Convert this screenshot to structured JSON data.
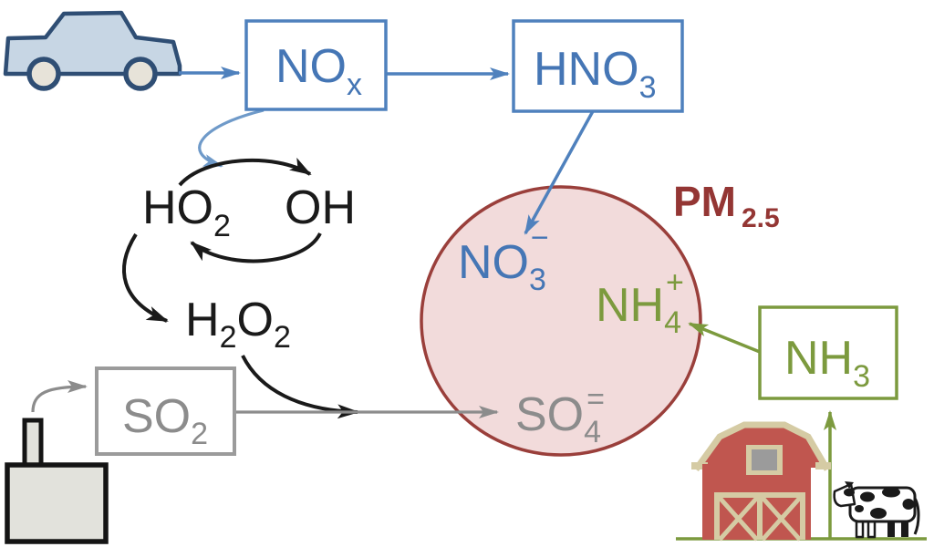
{
  "diagram": {
    "description": "Atmospheric formation pathways of fine particulate matter PM2.5 from vehicle NOx, industrial SO2 and agricultural NH3 emissions",
    "labels": {
      "nox": {
        "main": "NO",
        "sub": "x"
      },
      "hno3": {
        "main": "HNO",
        "sub": "3"
      },
      "ho2": {
        "main": "HO",
        "sub": "2"
      },
      "oh": {
        "main": "OH"
      },
      "h2o2": {
        "p1": "H",
        "s1": "2",
        "p2": "O",
        "s2": "2"
      },
      "so2": {
        "main": "SO",
        "sub": "2"
      },
      "nh3": {
        "main": "NH",
        "sub": "3"
      },
      "pm25": {
        "main": "PM",
        "sub": "2.5"
      },
      "no3": {
        "main": "NO",
        "sub": "3",
        "sup": "−"
      },
      "nh4": {
        "main": "NH",
        "sub": "4",
        "sup": "+"
      },
      "so4": {
        "main": "SO",
        "sub": "4",
        "sup": "="
      }
    },
    "icons": [
      "car-icon",
      "smokestack-icon",
      "barn-icon",
      "cow-icon"
    ]
  },
  "colors": {
    "blue": "#4f81bd",
    "blue-text": "#4576b5",
    "blue-arrow-light": "#6f9ac9",
    "black": "#1a1a1a",
    "gray": "#8c8c8c",
    "gray-box": "#9b9b9b",
    "green": "#7c9a3e",
    "dark-red": "#943634",
    "circle-fill": "#f2dbdb",
    "circle-stroke": "#9a3f3b",
    "car-fill": "#c7d6e4",
    "car-stroke": "#2f4e74",
    "wheel-fill": "#e7e3d9",
    "factory-fill": "#e2e2dc",
    "barn-red": "#c0564f",
    "barn-tan": "#d5cba4",
    "window-gray": "#9b9b9b",
    "ground-green": "#7c9a3e"
  }
}
